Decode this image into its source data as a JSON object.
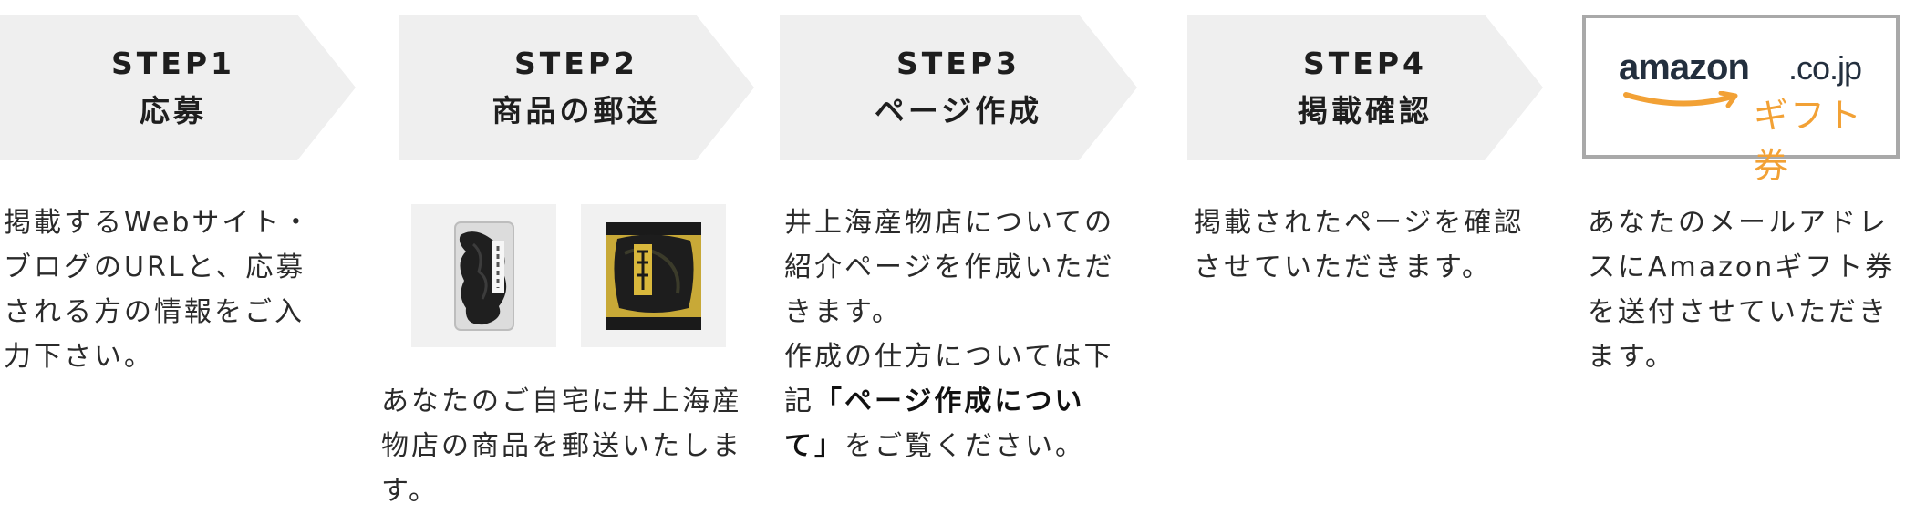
{
  "steps": [
    {
      "label": "STEP1",
      "title": "応募"
    },
    {
      "label": "STEP2",
      "title": "商品の郵送"
    },
    {
      "label": "STEP3",
      "title": "ページ作成"
    },
    {
      "label": "STEP4",
      "title": "掲載確認"
    }
  ],
  "descriptions": {
    "step1": "掲載するWebサイト・\nブログのURLと、応募\nされる方の情報をご入\n力下さい。",
    "step2": "あなたのご自宅に井上海産\n物店の商品を郵送いたしま\nす。",
    "step3_part1": "井上海産物店についての\n紹介ページを作成いただ\nきます。\n作成の仕方については下\n記",
    "step3_bold": "「ページ作成につい\nて」",
    "step3_part2": "をご覧ください。",
    "step4": "掲載されたページを確認\nさせていただきます。",
    "reward": "あなたのメールアドレ\nスにAmazonギフト券\nを送付させていただき\nます。"
  },
  "reward": {
    "brand": "amazon",
    "domain_suffix": ".co.jp",
    "gift_label": "ギフト券"
  },
  "products": [
    {
      "icon": "kelp-bag-clear-icon"
    },
    {
      "icon": "kelp-bag-gold-icon"
    }
  ],
  "colors": {
    "banner_bg": "#efefef",
    "amazon_orange": "#f2a135",
    "amazon_dark": "#232f3e"
  }
}
